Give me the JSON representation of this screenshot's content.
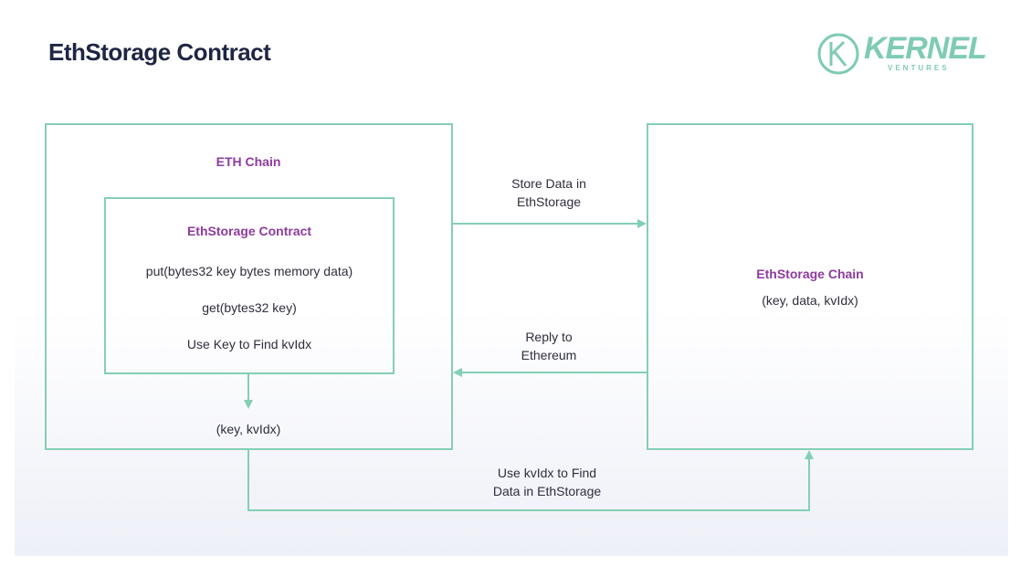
{
  "title": "EthStorage Contract",
  "logo": {
    "word": "KERNEL",
    "sub": "VENTURES"
  },
  "eth_chain": {
    "label": "ETH Chain",
    "contract": {
      "label": "EthStorage Contract",
      "methods": [
        "put(bytes32 key bytes memory data)",
        "get(bytes32 key)",
        "Use Key to Find kvIdx"
      ]
    },
    "output": "(key, kvIdx)"
  },
  "ethstorage_chain": {
    "label": "EthStorage Chain",
    "content": "(key, data, kvIdx)"
  },
  "arrows": {
    "store": [
      "Store Data in",
      "EthStorage"
    ],
    "reply": [
      "Reply to",
      "Ethereum"
    ],
    "find": [
      "Use kvIdx to Find",
      "Data in EthStorage"
    ]
  },
  "colors": {
    "line": "#84cfb4",
    "accent": "#8e3aa0",
    "title": "#1f2544"
  }
}
